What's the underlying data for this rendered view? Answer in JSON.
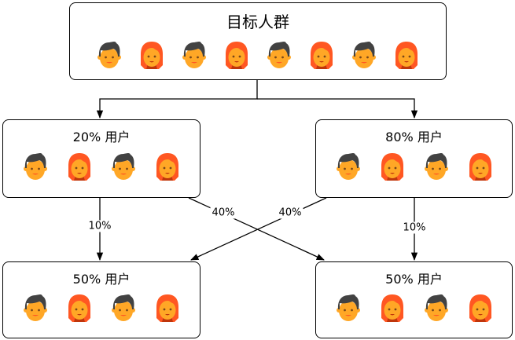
{
  "root": {
    "title": "目标人群",
    "avatars": [
      "male",
      "female",
      "male",
      "female",
      "male",
      "female",
      "male",
      "female"
    ]
  },
  "mid_left": {
    "title": "20% 用户",
    "avatars": [
      "male",
      "female",
      "male",
      "female"
    ]
  },
  "mid_right": {
    "title": "80% 用户",
    "avatars": [
      "male",
      "female",
      "male",
      "female"
    ]
  },
  "bottom_left": {
    "title": "50% 用户",
    "avatars": [
      "male",
      "female",
      "male",
      "female"
    ]
  },
  "bottom_right": {
    "title": "50% 用户",
    "avatars": [
      "male",
      "female",
      "male",
      "female"
    ]
  },
  "edges": {
    "left_down": "10%",
    "right_down": "10%",
    "left_cross": "40%",
    "right_cross": "40%"
  },
  "colors": {
    "hair_male": "#424242",
    "hair_female": "#FF5722",
    "skin": "#FFA726"
  }
}
